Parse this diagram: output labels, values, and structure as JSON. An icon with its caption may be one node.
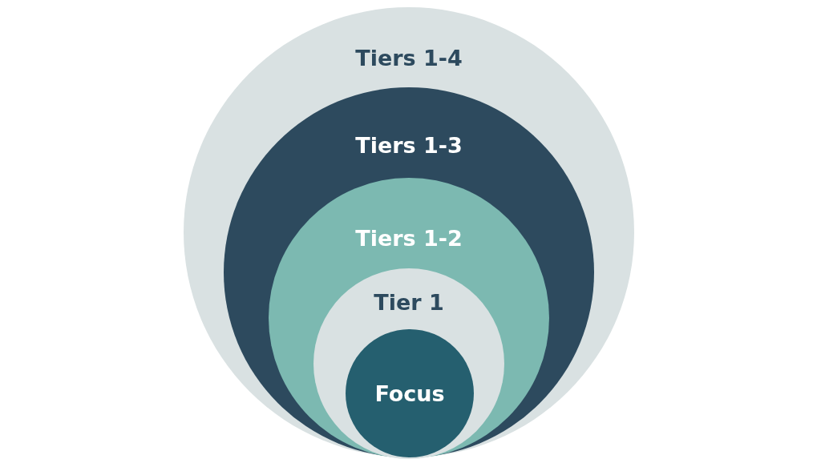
{
  "diagram": {
    "nodes": [
      {
        "text": [
          "Tiers 1-4"
        ]
      },
      {
        "text": [
          "Tiers 1-3"
        ],
        "in": 0
      },
      {
        "text": [
          "Tiers 1-2"
        ],
        "in": 1
      },
      {
        "text": [
          "Tier 1"
        ],
        "in": 2
      },
      {
        "text": [
          "Focus"
        ],
        "in": 3
      }
    ]
  }
}
